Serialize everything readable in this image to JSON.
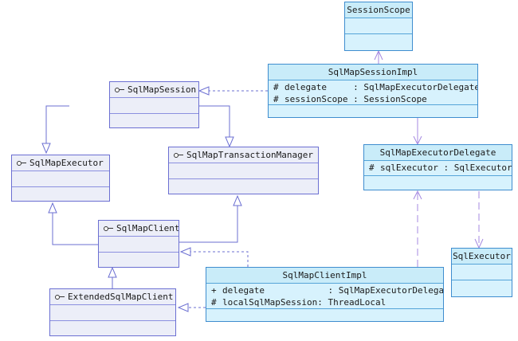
{
  "classes": {
    "session_scope": {
      "name": "SessionScope"
    },
    "sqlmap_session_impl": {
      "name": "SqlMapSessionImpl",
      "attributes": [
        {
          "visibility": "#",
          "text": "delegate     : SqlMapExecutorDelegate"
        },
        {
          "visibility": "#",
          "text": "sessionScope : SessionScope"
        }
      ]
    },
    "sqlmap_executor_delegate": {
      "name": "SqlMapExecutorDelegate",
      "attributes": [
        {
          "visibility": "#",
          "text": "sqlExecutor : SqlExecutor"
        }
      ]
    },
    "sql_executor": {
      "name": "SqlExecutor"
    },
    "sqlmap_client_impl": {
      "name": "SqlMapClientImpl",
      "attributes": [
        {
          "visibility": "+",
          "text": "delegate            : SqlMapExecutorDelegate"
        },
        {
          "visibility": "#",
          "text": "localSqlMapSession: ThreadLocal"
        }
      ]
    }
  },
  "interfaces": {
    "sqlmap_session": {
      "name": "SqlMapSession"
    },
    "sqlmap_executor": {
      "name": "SqlMapExecutor"
    },
    "sqlmap_transaction_manager": {
      "name": "SqlMapTransactionManager"
    },
    "sqlmap_client": {
      "name": "SqlMapClient"
    },
    "extended_sqlmap_client": {
      "name": "ExtendedSqlMapClient"
    }
  },
  "colors": {
    "class_fill": "#c9ecf9",
    "interface_fill": "#eceef8",
    "connector": "#6b6fd2"
  }
}
